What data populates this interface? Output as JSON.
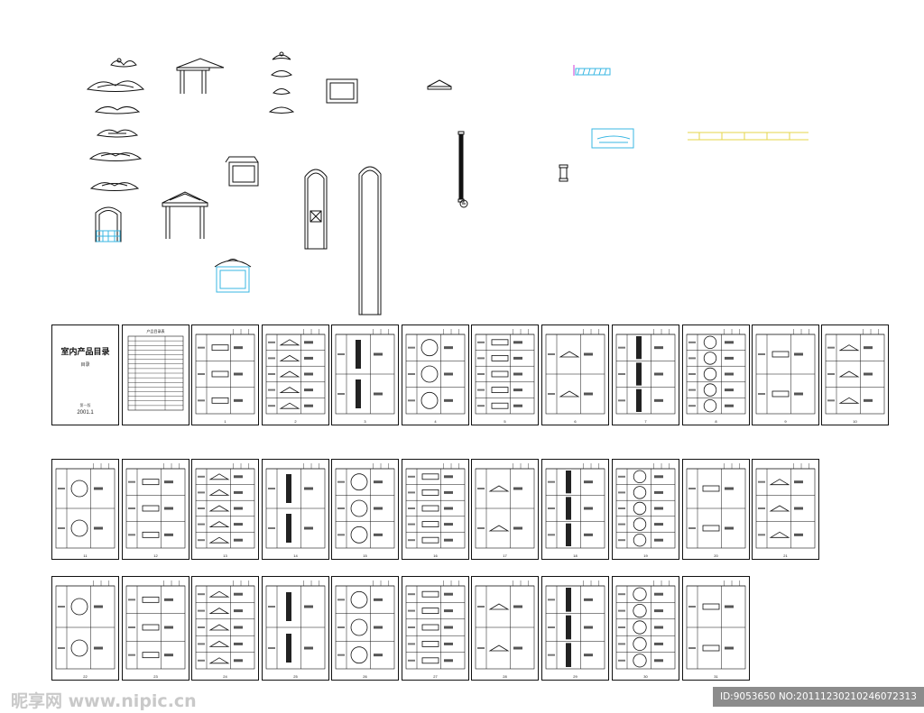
{
  "cover": {
    "title": "室内产品目录",
    "subtitle": "目录",
    "version": "第一版",
    "date": "2001.1"
  },
  "index_sheet": {
    "title": "产品目录表"
  },
  "sheet_numbers": [
    "1",
    "2",
    "3",
    "4",
    "5",
    "6",
    "7",
    "8",
    "9",
    "10",
    "11",
    "12",
    "13",
    "14",
    "15",
    "16",
    "17",
    "18",
    "19",
    "20",
    "21",
    "22",
    "23",
    "24",
    "25",
    "26",
    "27",
    "28",
    "29",
    "30",
    "31"
  ],
  "watermark": {
    "site_text": "昵享网 www.nipic.cn",
    "id_text": "ID:9053650 NO:20111230210246072313"
  },
  "colors": {
    "line": "#111111",
    "cyan": "#39b7e3",
    "teal": "#6fc3c6",
    "yellow": "#e6d64a",
    "magenta": "#d23bd6",
    "id_bar": "#8c8c8c"
  }
}
